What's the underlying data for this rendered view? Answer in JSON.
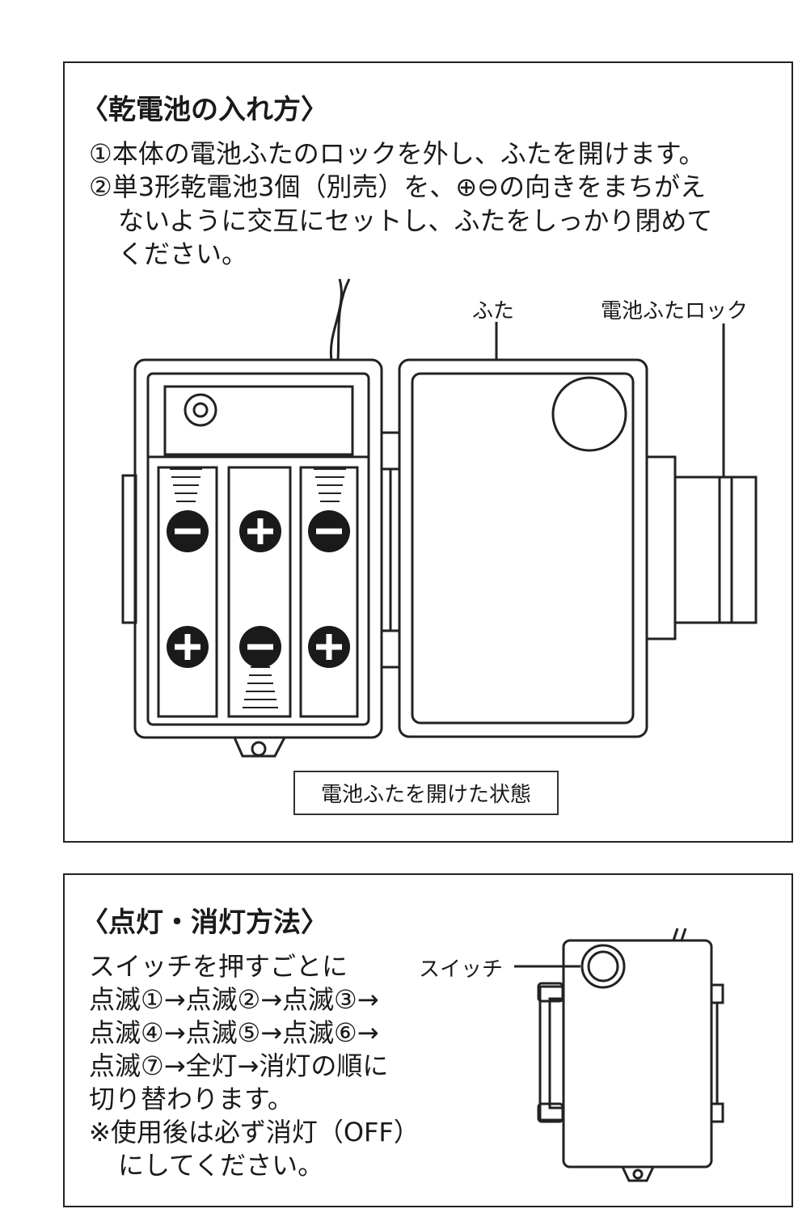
{
  "section1": {
    "title": "〈乾電池の入れ方〉",
    "lines": [
      "①本体の電池ふたのロックを外し、ふたを開けます。",
      "②単3形乾電池3個（別売）を、⊕⊖の向きをまちがえ",
      "ないように交互にセットし、ふたをしっかり閉めて",
      "ください。"
    ],
    "label_lid": "ふた",
    "label_lock": "電池ふたロック",
    "caption": "電池ふたを開けた状態"
  },
  "section2": {
    "title": "〈点灯・消灯方法〉",
    "lines": [
      "スイッチを押すごとに",
      "点滅①→点滅②→点滅③→",
      "点滅④→点滅⑤→点滅⑥→",
      "点滅⑦→全灯→消灯の順に",
      "切り替わります。",
      "※使用後は必ず消灯（OFF）",
      "にしてください。"
    ],
    "label_switch": "スイッチ"
  }
}
